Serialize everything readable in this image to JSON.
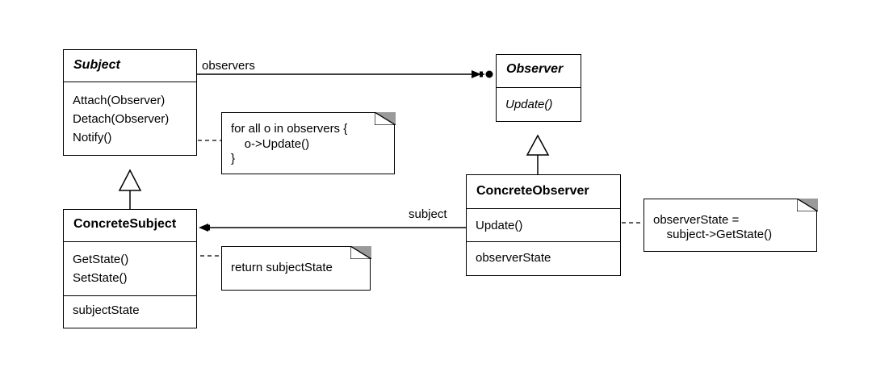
{
  "subject": {
    "name": "Subject",
    "operations": [
      "Attach(Observer)",
      "Detach(Observer)",
      "Notify()"
    ]
  },
  "observer": {
    "name": "Observer",
    "operations": [
      "Update()"
    ]
  },
  "concrete_subject": {
    "name": "ConcreteSubject",
    "operations": [
      "GetState()",
      "SetState()"
    ],
    "attributes": [
      "subjectState"
    ]
  },
  "concrete_observer": {
    "name": "ConcreteObserver",
    "operations": [
      "Update()"
    ],
    "attributes": [
      "observerState"
    ]
  },
  "notes": {
    "notify": [
      "for all o in observers {",
      "    o->Update()",
      "}"
    ],
    "get_state": [
      "return subjectState"
    ],
    "update": [
      "observerState =",
      "    subject->GetState()"
    ]
  },
  "associations": {
    "observers": "observers",
    "subject": "subject"
  }
}
